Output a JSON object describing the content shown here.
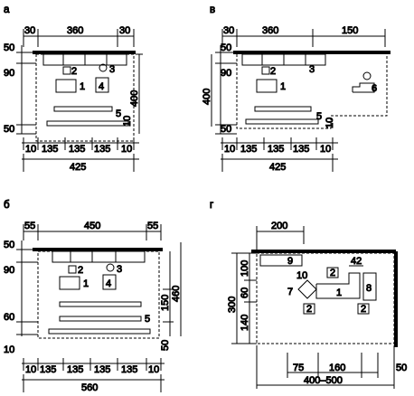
{
  "panels": {
    "a": {
      "letter": "а",
      "top_dims": [
        "30",
        "360",
        "30"
      ],
      "left_dims": [
        "50",
        "90",
        "50"
      ],
      "right_dims": [
        "400",
        "10"
      ],
      "bottom_dims": [
        "10",
        "135",
        "135",
        "135",
        "10"
      ],
      "total": "425",
      "items": [
        "1",
        "2",
        "3",
        "4",
        "5"
      ]
    },
    "v": {
      "letter": "в",
      "top_dims": [
        "30",
        "360",
        "150"
      ],
      "left_dims": [
        "50",
        "90",
        "400",
        "50"
      ],
      "right_dims": [
        "10"
      ],
      "bottom_dims": [
        "10",
        "135",
        "135",
        "135",
        "10"
      ],
      "total": "425",
      "items": [
        "1",
        "2",
        "3",
        "5",
        "6"
      ]
    },
    "b": {
      "letter": "б",
      "top_dims": [
        "55",
        "450",
        "55"
      ],
      "left_dims": [
        "50",
        "90",
        "60",
        "10"
      ],
      "right_dims": [
        "150",
        "460",
        "50"
      ],
      "bottom_dims": [
        "10",
        "135",
        "135",
        "135",
        "135",
        "10"
      ],
      "total": "560",
      "items": [
        "1",
        "2",
        "3",
        "4",
        "5"
      ]
    },
    "g": {
      "letter": "г",
      "top_dims": [
        "200"
      ],
      "inner_dims": [
        "42"
      ],
      "left_dims": [
        "100",
        "300",
        "60",
        "140"
      ],
      "bottom_dims": [
        "75",
        "160",
        "50"
      ],
      "total": "400–500",
      "items": [
        "9",
        "10",
        "2",
        "7",
        "1",
        "8",
        "2",
        "2"
      ]
    }
  }
}
